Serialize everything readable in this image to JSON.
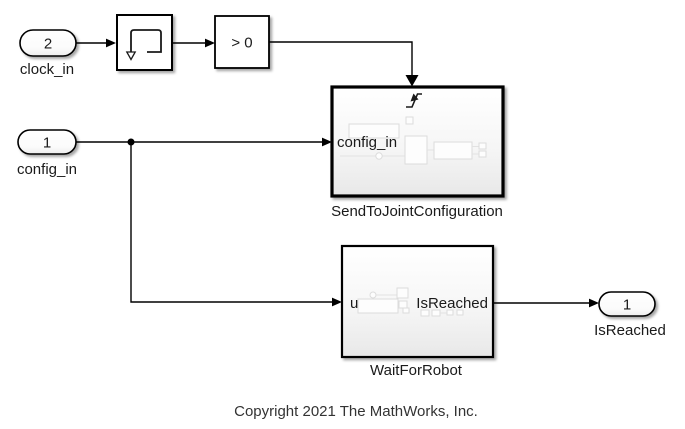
{
  "diagram": {
    "type": "simulink-block-diagram",
    "colors": {
      "background": "#ffffff",
      "line": "#000000",
      "block_fill": "#ffffff",
      "subsystem_fill_bottom": "#e8e8e8",
      "shadow": "rgba(0,0,0,0.35)",
      "preview_gray": "#dcdcdc",
      "copyright_text": "#333333"
    },
    "inports": {
      "clock": {
        "number": "2",
        "label": "clock_in"
      },
      "config": {
        "number": "1",
        "label": "config_in"
      }
    },
    "outports": {
      "isreached": {
        "number": "1",
        "label": "IsReached"
      }
    },
    "blocks": {
      "edge_detect": {
        "icon": "pulse-loop-icon"
      },
      "compare_to_zero": {
        "label": "> 0"
      },
      "send_to_joint_configuration": {
        "name": "SendToJointConfiguration",
        "input_port_label": "config_in",
        "trigger_icon": "rising-edge-trigger-icon"
      },
      "wait_for_robot": {
        "name": "WaitForRobot",
        "input_port_label": "u",
        "output_port_label": "IsReached"
      }
    },
    "annotation": {
      "copyright": "Copyright 2021 The MathWorks, Inc."
    }
  }
}
